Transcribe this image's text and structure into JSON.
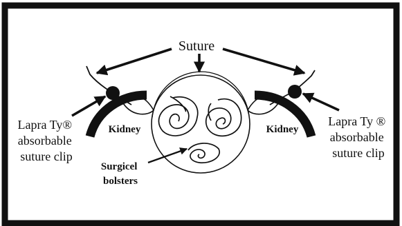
{
  "labels": {
    "suture": "Suture",
    "clip_left": [
      "Lapra Ty®",
      "absorbable",
      "suture clip"
    ],
    "clip_right": [
      "Lapra Ty ®",
      "absorbable",
      "suture clip"
    ],
    "kidney_left": "Kidney",
    "kidney_right": "Kidney",
    "bolsters": [
      "Surgicel",
      "bolsters"
    ]
  },
  "colors": {
    "frame": "#111111",
    "ink": "#111111",
    "background": "#ffffff"
  }
}
